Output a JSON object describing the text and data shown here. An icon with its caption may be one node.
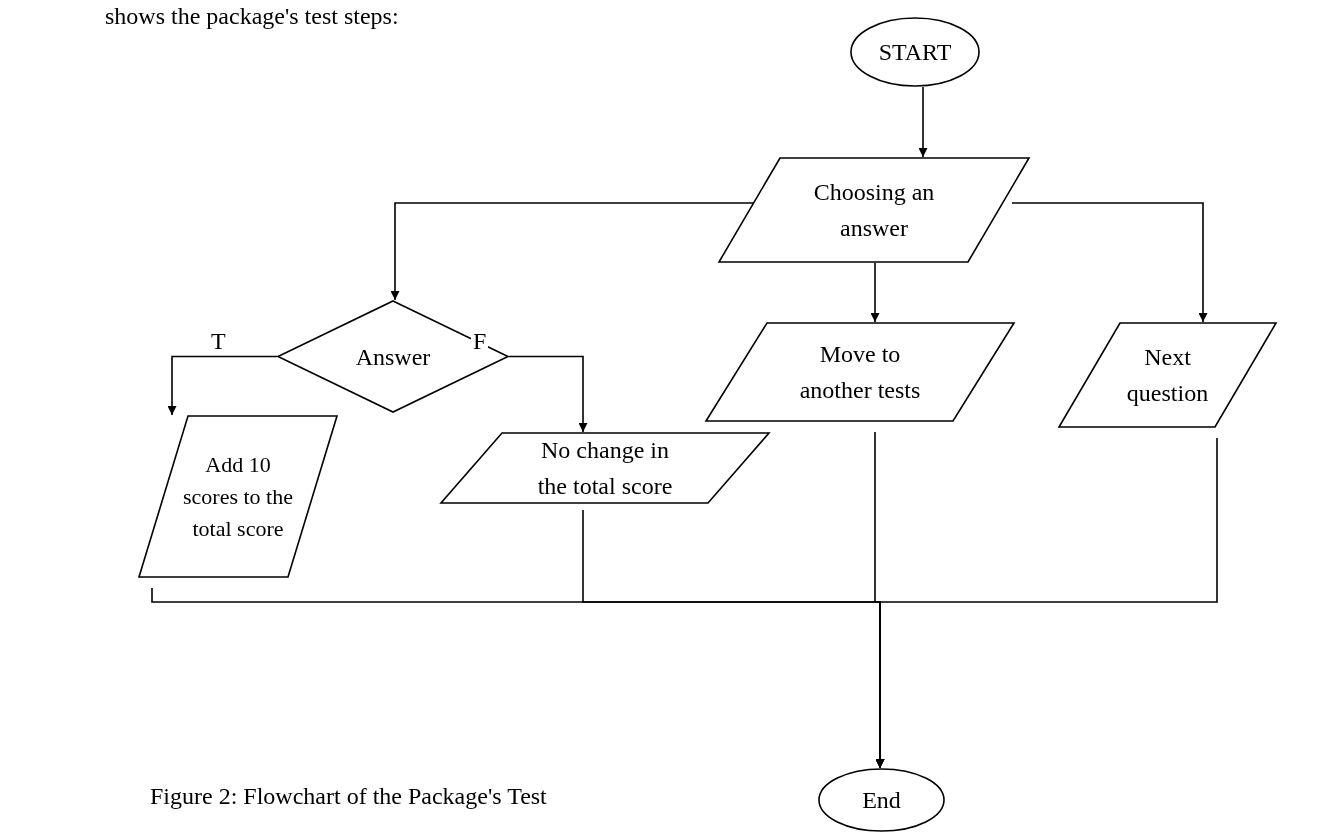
{
  "diagram": {
    "caption": "Figure 2: Flowchart of the Package's Test",
    "nodes": [
      {
        "text": [
          "START"
        ]
      },
      {
        "text": [
          "Choosing an answer"
        ]
      },
      {
        "text": [
          "Answer"
        ]
      },
      {
        "text": [
          "Move to another tests"
        ]
      },
      {
        "text": [
          "Next question"
        ]
      },
      {
        "text": [
          "Add 10 scores to the total score"
        ]
      },
      {
        "text": [
          "No change in the total score"
        ]
      },
      {
        "text": [
          "End"
        ]
      }
    ],
    "edges": [
      {
        "from": 0,
        "to": 1,
        "arrow": "to"
      },
      {
        "from": 1,
        "to": 2,
        "arrow": "to"
      },
      {
        "from": 1,
        "to": 3,
        "arrow": "to"
      },
      {
        "from": 1,
        "to": 4,
        "arrow": "to"
      },
      {
        "from": 2,
        "to": 5,
        "arrow": "to",
        "label": "T"
      },
      {
        "from": 2,
        "to": 6,
        "arrow": "to",
        "label": "F"
      },
      {
        "from": 5,
        "to": 7,
        "arrow": "to"
      },
      {
        "from": 6,
        "to": 7,
        "arrow": "to"
      },
      {
        "from": 3,
        "to": 7,
        "arrow": "to"
      },
      {
        "from": 4,
        "to": 7,
        "arrow": "to"
      }
    ],
    "labels": [
      "shows the package's test steps:"
    ]
  }
}
